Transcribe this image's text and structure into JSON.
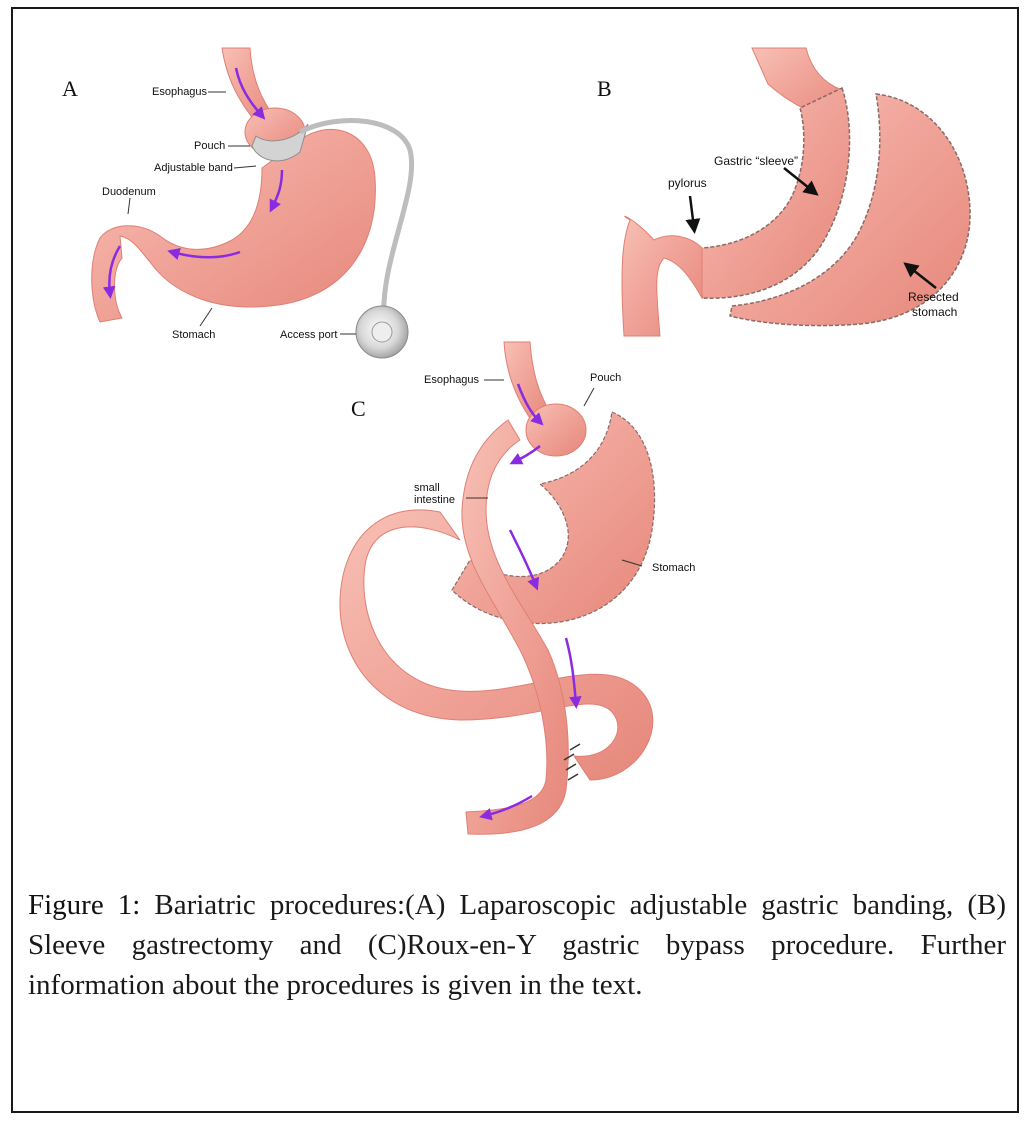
{
  "panels": {
    "a": {
      "letter": "A",
      "labels": {
        "esophagus": "Esophagus",
        "pouch": "Pouch",
        "band": "Adjustable band",
        "duodenum": "Duodenum",
        "stomach": "Stomach",
        "port": "Access port"
      }
    },
    "b": {
      "letter": "B",
      "labels": {
        "sleeve": "Gastric “sleeve”",
        "pylorus": "pylorus",
        "resected_line1": "Resected",
        "resected_line2": "stomach"
      }
    },
    "c": {
      "letter": "C",
      "labels": {
        "esophagus": "Esophagus",
        "pouch": "Pouch",
        "small_line1": "small",
        "small_line2": "intestine",
        "stomach": "Stomach"
      }
    }
  },
  "caption": {
    "label": "Figure 1:",
    "text": " Bariatric procedures:(A) Laparoscopic adjustable gastric banding, (B) Sleeve gastrectomy and (C)Roux-en-Y gastric bypass procedure. Further information about the procedures is given in the text."
  },
  "colors": {
    "tissue": "#f2a79c",
    "tissue_dark": "#e07f74",
    "arrow": "#8a2be2",
    "band": "#c9c9c9"
  }
}
